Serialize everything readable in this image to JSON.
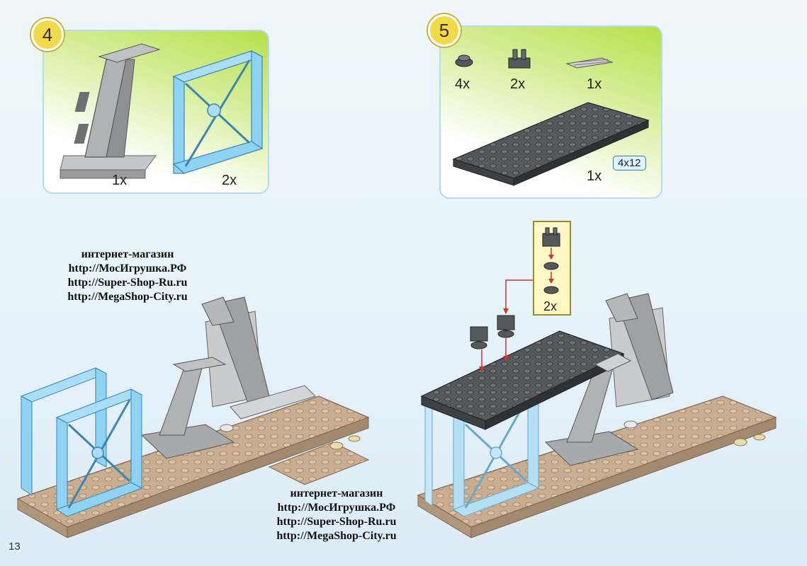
{
  "page": {
    "number": "13"
  },
  "step4": {
    "number": "4",
    "parts": [
      {
        "name": "gray support column",
        "qty": "1x"
      },
      {
        "name": "blue window frame",
        "qty": "2x"
      }
    ]
  },
  "step5": {
    "number": "5",
    "parts": [
      {
        "name": "round plate",
        "qty": "4x"
      },
      {
        "name": "clip plate",
        "qty": "2x"
      },
      {
        "name": "grille tile",
        "qty": "1x"
      },
      {
        "name": "dark plate",
        "qty": "1x",
        "size": "4x12"
      }
    ],
    "subassembly_qty": "2x"
  },
  "watermark": {
    "lines": [
      "интернет-магазин",
      "http://МосИгрушка.РФ",
      "http://Super-Shop-Ru.ru",
      "http://MegaShop-City.ru"
    ]
  },
  "colors": {
    "badge": "#f2d94a",
    "frame_blue": "#8fd3f4",
    "baseplate_tan": "#c9ad90",
    "gray": "#a7a9ab",
    "dark_plate": "#55595c",
    "arrow_red": "#d0332a"
  }
}
